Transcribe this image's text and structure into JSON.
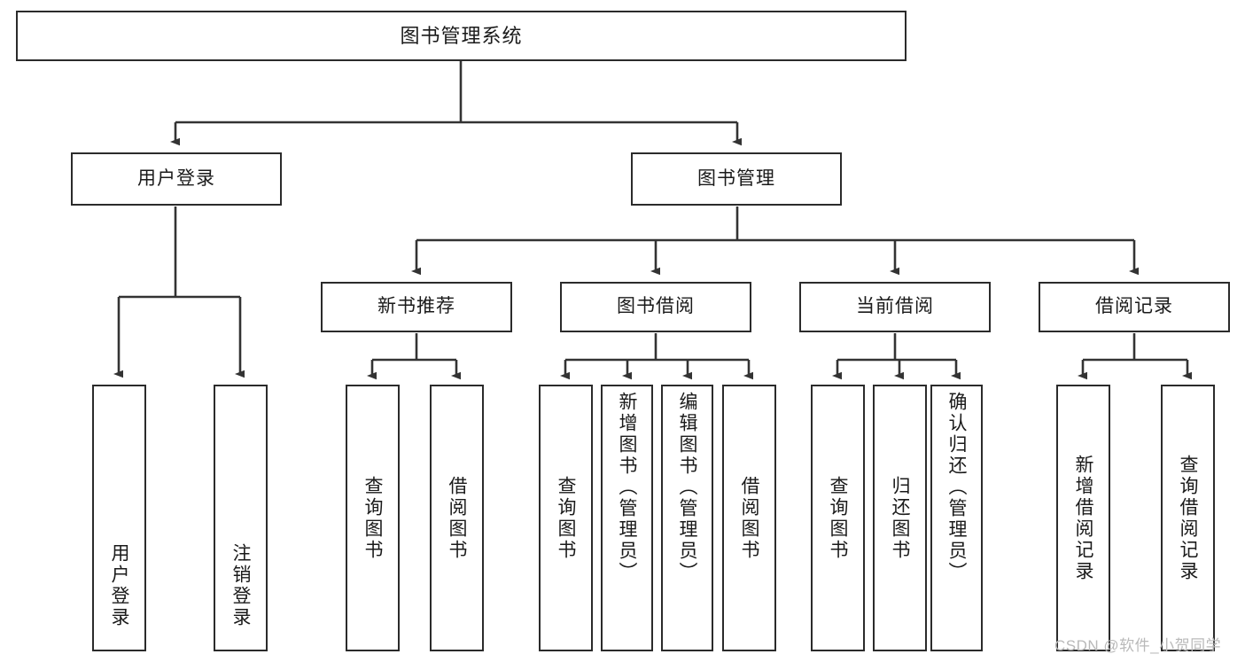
{
  "diagram": {
    "title": "图书管理系统",
    "type": "tree",
    "colors": {
      "box_stroke": "#2b2b2b",
      "box_fill": "#ffffff",
      "connector": "#333333",
      "text": "#1a1a1a",
      "watermark": "#b9b9b9"
    },
    "root": {
      "label": "图书管理系统"
    },
    "level2": [
      {
        "label": "用户登录"
      },
      {
        "label": "图书管理"
      }
    ],
    "level3": [
      {
        "label": "新书推荐"
      },
      {
        "label": "图书借阅"
      },
      {
        "label": "当前借阅"
      },
      {
        "label": "借阅记录"
      }
    ],
    "leaves": {
      "user_login": [
        {
          "label": "用户登录"
        },
        {
          "label": "注销登录"
        }
      ],
      "new_book_recommend": [
        {
          "label": "查询图书"
        },
        {
          "label": "借阅图书"
        }
      ],
      "book_borrow": [
        {
          "label": "查询图书"
        },
        {
          "label": "新增图书（管理员）"
        },
        {
          "label": "编辑图书（管理员）"
        },
        {
          "label": "借阅图书"
        }
      ],
      "current_borrow": [
        {
          "label": "查询图书"
        },
        {
          "label": "归还图书"
        },
        {
          "label": "确认归还（管理员）"
        }
      ],
      "borrow_record": [
        {
          "label": "新增借阅记录"
        },
        {
          "label": "查询借阅记录"
        }
      ]
    }
  },
  "watermark": {
    "text": "CSDN @软件_小贺同学"
  }
}
